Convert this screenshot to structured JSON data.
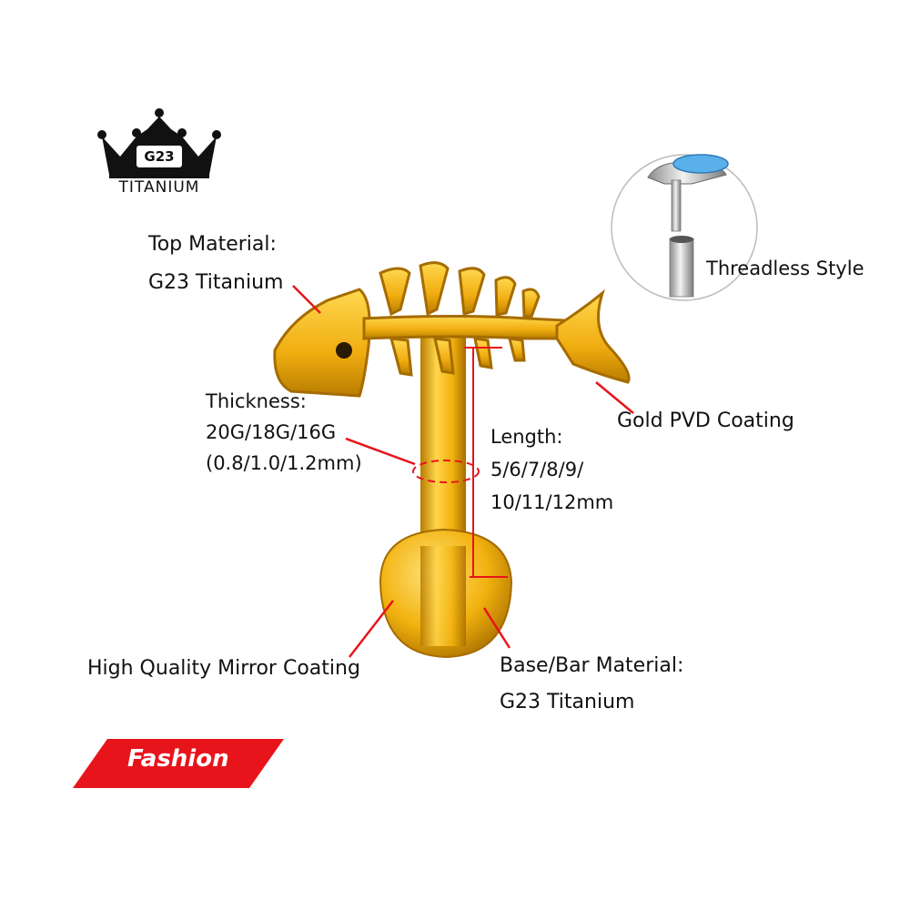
{
  "logo": {
    "badge": "G23",
    "text": "TITANIUM"
  },
  "labels": {
    "top_material": [
      "Top Material:",
      "G23 Titanium"
    ],
    "threadless": "Threadless Style",
    "thickness": [
      "Thickness:",
      "20G/18G/16G",
      "(0.8/1.0/1.2mm)"
    ],
    "length": [
      "Length:",
      "5/6/7/8/9/",
      "10/11/12mm"
    ],
    "coating": "Gold PVD Coating",
    "mirror": "High Quality Mirror Coating",
    "base_material": [
      "Base/Bar Material:",
      "G23 Titanium"
    ]
  },
  "banner": {
    "text": "Fashion",
    "color": "#e8141b"
  },
  "colors": {
    "gold": "#f2b20f",
    "gold_dark": "#c98a00",
    "accent_red": "#e8141b",
    "opal": "#5ab0e8"
  }
}
